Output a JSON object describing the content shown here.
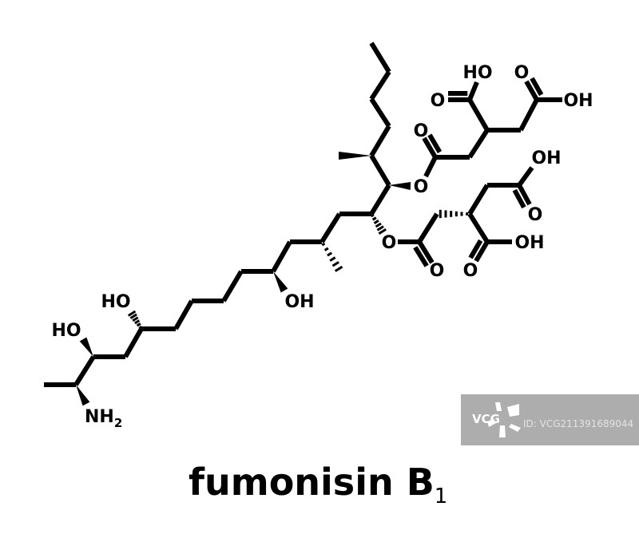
{
  "molecule": {
    "labels": {
      "nh2": {
        "main": "NH",
        "sub": "2"
      },
      "ho_c3": "HO",
      "ho_c5": "HO",
      "oh_c10": "OH",
      "o_ester_upper": "O",
      "o_ester_lower": "O",
      "o_carbonyl_upper": "O",
      "ho_acid1": "HO",
      "o_acid1": "O",
      "o_acid2": "O",
      "oh_acid2": "OH",
      "oh_acid3": "OH",
      "o_acid3": "O",
      "oh_acid4": "OH",
      "o_acid4": "O",
      "o_carbonyl_lower": "O"
    },
    "bond_color": "#000000"
  },
  "title": {
    "main": "fumonisin B",
    "sub": "1"
  },
  "watermark": {
    "logo": "VCG",
    "id_text": "ID: VCG211391689044",
    "background": "#adadad"
  }
}
